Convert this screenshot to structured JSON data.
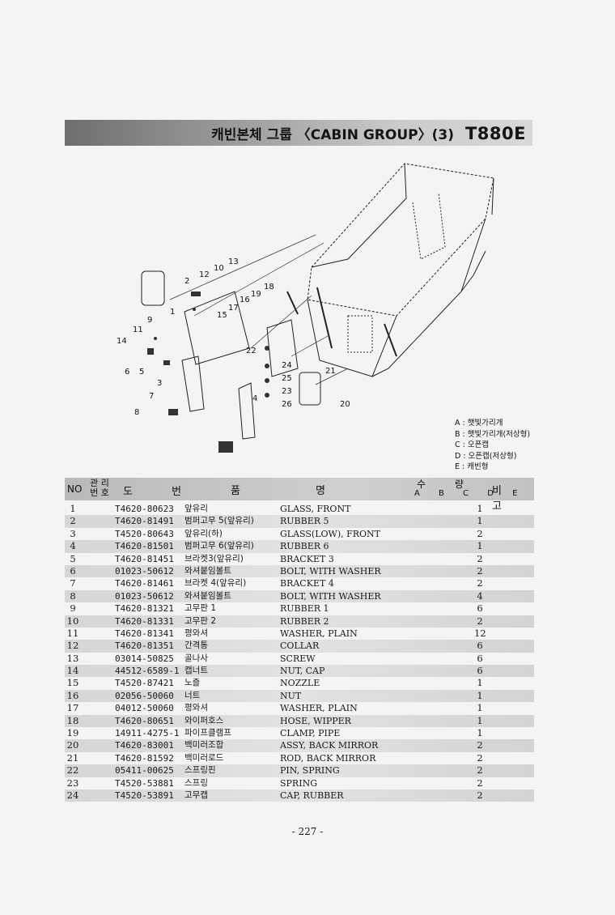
{
  "header": {
    "title": "캐빈본체 그룹 〈CABIN GROUP〉(3)",
    "model": "T880E"
  },
  "diagram": {
    "callouts": [
      "1",
      "2",
      "3",
      "4",
      "5",
      "6",
      "7",
      "8",
      "9",
      "10",
      "11",
      "12",
      "13",
      "14",
      "15",
      "16",
      "17",
      "18",
      "19",
      "20",
      "21",
      "22",
      "23",
      "24",
      "25",
      "26"
    ]
  },
  "legend": [
    "A : 햇빛가리개",
    "B : 햇빛가리개(저상형)",
    "C : 오픈캡",
    "D : 오픈캡(저상형)",
    "E : 캐빈형"
  ],
  "table": {
    "headers": {
      "no": "NO",
      "mgmt": "관 리\n번 호",
      "drawing": "도 번",
      "name_kr": "품",
      "name_en": "명",
      "qty": "수 량",
      "qty_cols": "A B C D E",
      "remarks": "비 고"
    },
    "rows": [
      {
        "no": "1",
        "part": "T4620-80623",
        "kr": "앞유리",
        "en": "GLASS, FRONT",
        "qty": "1"
      },
      {
        "no": "2",
        "part": "T4620-81491",
        "kr": "범퍼고무 5(앞유리)",
        "en": "RUBBER 5",
        "qty": "1"
      },
      {
        "no": "3",
        "part": "T4520-80643",
        "kr": "앞유리(하)",
        "en": "GLASS(LOW), FRONT",
        "qty": "2"
      },
      {
        "no": "4",
        "part": "T4620-81501",
        "kr": "범퍼고무 6(앞유리)",
        "en": "RUBBER 6",
        "qty": "1"
      },
      {
        "no": "5",
        "part": "T4620-81451",
        "kr": "브라켓3(앞유리)",
        "en": "BRACKET 3",
        "qty": "2"
      },
      {
        "no": "6",
        "part": "01023-50612",
        "kr": "와셔붙임볼트",
        "en": "BOLT, WITH WASHER",
        "qty": "2"
      },
      {
        "no": "7",
        "part": "T4620-81461",
        "kr": "브라켓 4(앞유리)",
        "en": "BRACKET 4",
        "qty": "2"
      },
      {
        "no": "8",
        "part": "01023-50612",
        "kr": "와셔붙임볼트",
        "en": "BOLT, WITH WASHER",
        "qty": "4"
      },
      {
        "no": "9",
        "part": "T4620-81321",
        "kr": "고무판 1",
        "en": "RUBBER 1",
        "qty": "6"
      },
      {
        "no": "10",
        "part": "T4620-81331",
        "kr": "고무판 2",
        "en": "RUBBER 2",
        "qty": "2"
      },
      {
        "no": "11",
        "part": "T4620-81341",
        "kr": "평와셔",
        "en": "WASHER, PLAIN",
        "qty": "12"
      },
      {
        "no": "12",
        "part": "T4620-81351",
        "kr": "간격통",
        "en": "COLLAR",
        "qty": "6"
      },
      {
        "no": "13",
        "part": "03014-50825",
        "kr": "골나사",
        "en": "SCREW",
        "qty": "6"
      },
      {
        "no": "14",
        "part": "44512-6589-1",
        "kr": "캡너트",
        "en": "NUT, CAP",
        "qty": "6"
      },
      {
        "no": "15",
        "part": "T4520-87421",
        "kr": "노즐",
        "en": "NOZZLE",
        "qty": "1"
      },
      {
        "no": "16",
        "part": "02056-50060",
        "kr": "너트",
        "en": "NUT",
        "qty": "1"
      },
      {
        "no": "17",
        "part": "04012-50060",
        "kr": "평와셔",
        "en": "WASHER, PLAIN",
        "qty": "1"
      },
      {
        "no": "18",
        "part": "T4620-80651",
        "kr": "와이퍼호스",
        "en": "HOSE, WIPPER",
        "qty": "1"
      },
      {
        "no": "19",
        "part": "14911-4275-1",
        "kr": "파이프클램프",
        "en": "CLAMP, PIPE",
        "qty": "1"
      },
      {
        "no": "20",
        "part": "T4620-83001",
        "kr": "백미러조합",
        "en": "ASSY, BACK MIRROR",
        "qty": "2"
      },
      {
        "no": "21",
        "part": "T4620-81592",
        "kr": "백미러로드",
        "en": "ROD, BACK MIRROR",
        "qty": "2"
      },
      {
        "no": "22",
        "part": "05411-00625",
        "kr": "스프링핀",
        "en": "PIN, SPRING",
        "qty": "2"
      },
      {
        "no": "23",
        "part": "T4520-53881",
        "kr": "스프링",
        "en": "SPRING",
        "qty": "2"
      },
      {
        "no": "24",
        "part": "T4520-53891",
        "kr": "고무캡",
        "en": "CAP, RUBBER",
        "qty": "2"
      }
    ]
  },
  "footer": {
    "page": "- 227 -"
  }
}
